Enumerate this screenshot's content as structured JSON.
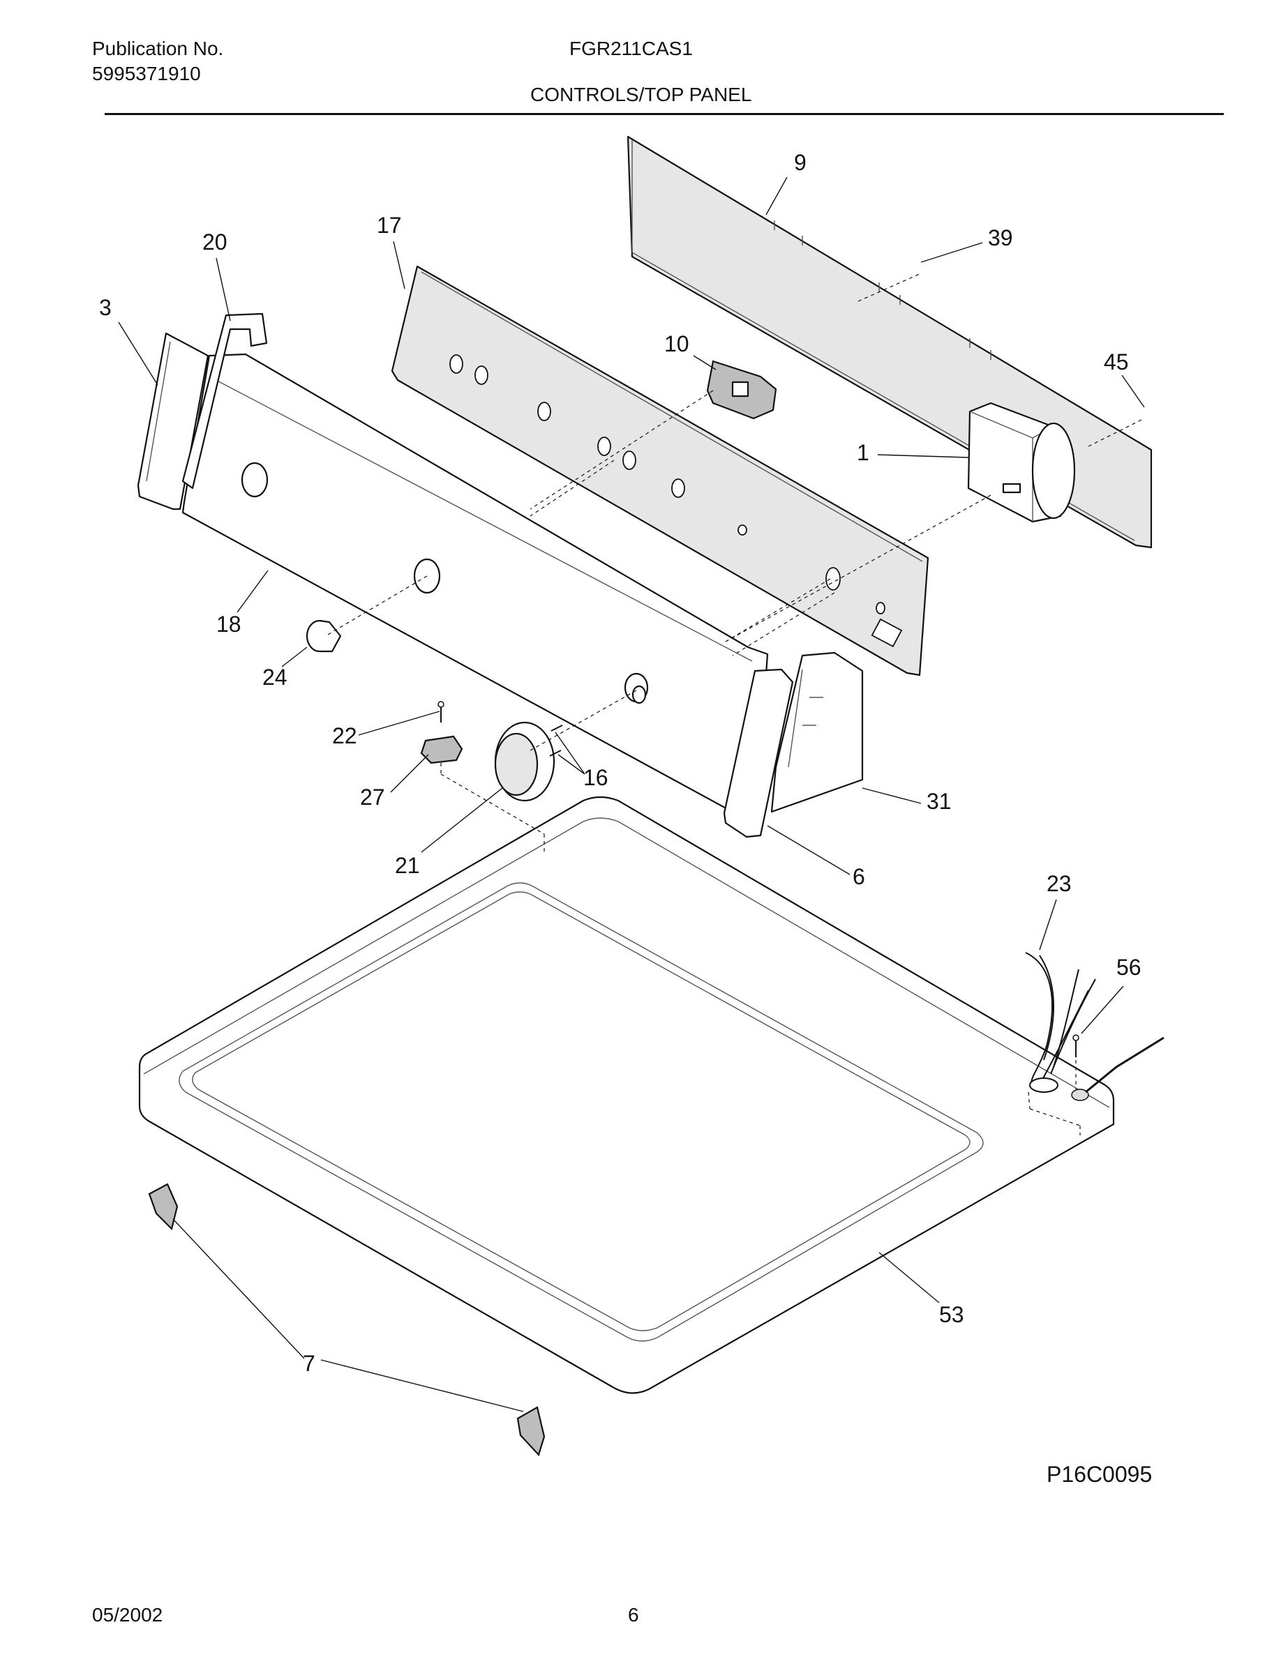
{
  "header": {
    "publication_label": "Publication No.",
    "publication_number": "5995371910",
    "model": "FGR211CAS1",
    "section_title": "CONTROLS/TOP PANEL"
  },
  "diagram": {
    "figure_code": "P16C0095",
    "callouts": [
      "9",
      "39",
      "17",
      "20",
      "3",
      "10",
      "45",
      "1",
      "18",
      "24",
      "22",
      "16",
      "27",
      "31",
      "21",
      "6",
      "23",
      "56",
      "53",
      "7"
    ]
  },
  "footer": {
    "date": "05/2002",
    "page": "6"
  }
}
